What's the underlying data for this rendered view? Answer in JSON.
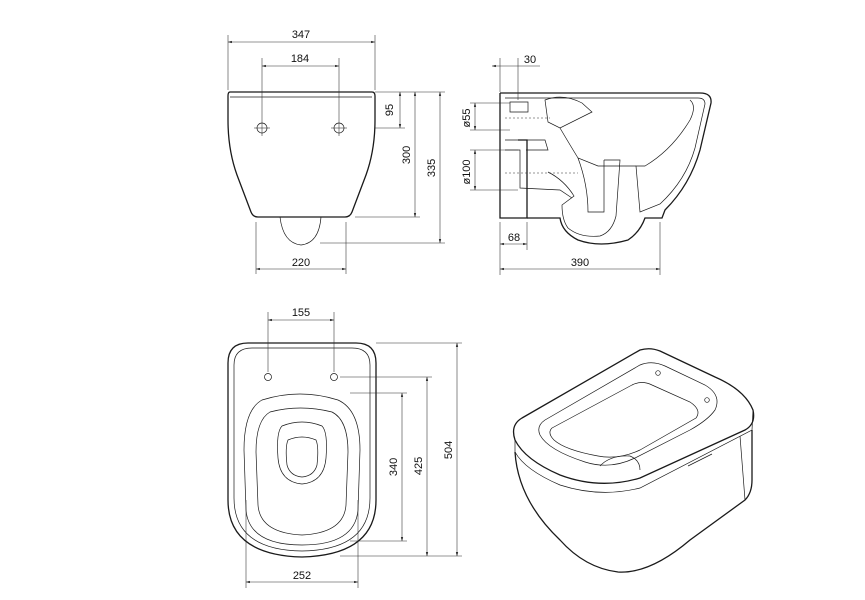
{
  "dimensions": {
    "front": {
      "width_total": "347",
      "bolt_spacing": "184",
      "bolt_height": "95",
      "body_height": "300",
      "total_height": "335",
      "base_width": "220"
    },
    "side": {
      "wall_offset": "30",
      "inlet_dia": "ø55",
      "outlet_dia": "ø100",
      "outlet_offset": "68",
      "depth": "390"
    },
    "top": {
      "bolt_spacing": "155",
      "bowl_length": "340",
      "seat_length": "425",
      "total_length": "504",
      "bowl_width": "252"
    }
  }
}
